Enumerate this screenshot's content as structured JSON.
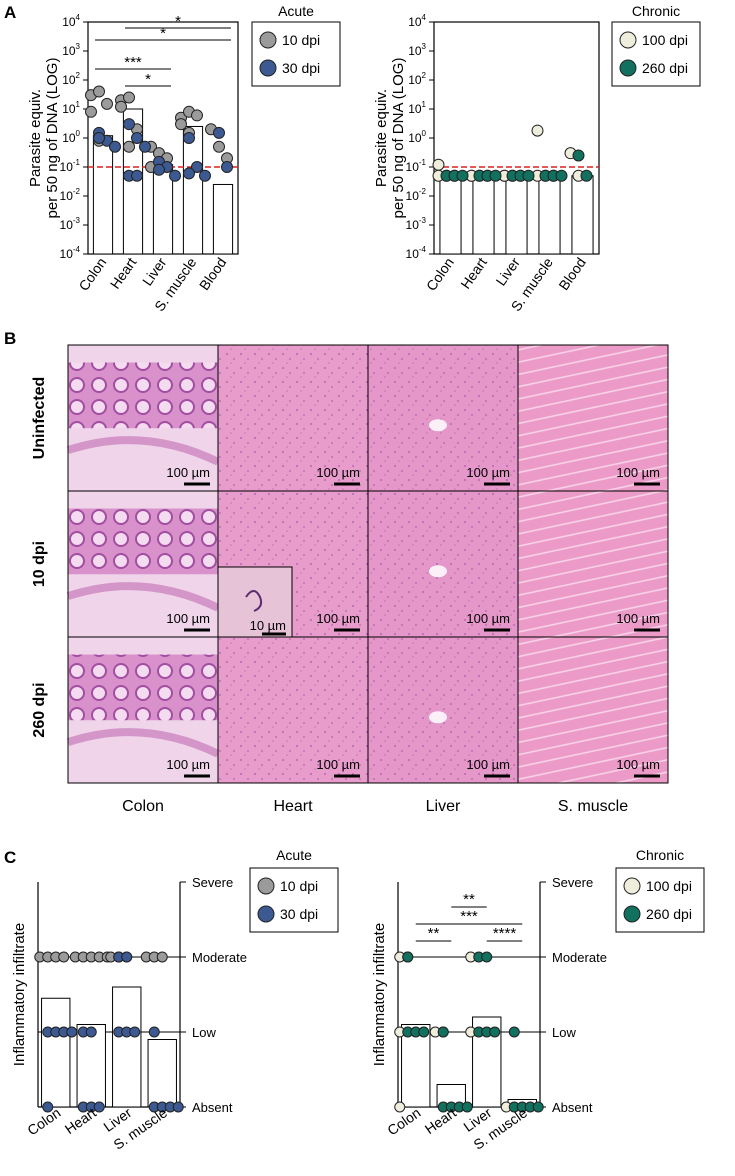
{
  "panel_a": {
    "letter": "A",
    "y_axis_title_lines": [
      "Parasite equiv.",
      "per 50 ng of DNA (LOG)"
    ],
    "y_ticks": [
      {
        "base": "10",
        "exp": "4",
        "value": 4
      },
      {
        "base": "10",
        "exp": "3",
        "value": 3
      },
      {
        "base": "10",
        "exp": "2",
        "value": 2
      },
      {
        "base": "10",
        "exp": "1",
        "value": 1
      },
      {
        "base": "10",
        "exp": "0",
        "value": 0
      },
      {
        "base": "10",
        "exp": "-1",
        "value": -1
      },
      {
        "base": "10",
        "exp": "-2",
        "value": -2
      },
      {
        "base": "10",
        "exp": "-3",
        "value": -3
      },
      {
        "base": "10",
        "exp": "-4",
        "value": -4
      }
    ]
  },
  "panel_b": {
    "letter": "B",
    "row_labels": [
      "Uninfected",
      "10 dpi",
      "260 dpi"
    ],
    "col_labels": [
      "Colon",
      "Heart",
      "Liver",
      "S. muscle"
    ],
    "scale_bar_label": "100 µm",
    "inset_scale_label": "10 µm"
  },
  "panel_c": {
    "letter": "C",
    "y_axis_title": "Inflammatory infiltrate",
    "levels": [
      "Severe",
      "Moderate",
      "Low",
      "Absent"
    ]
  },
  "colors": {
    "dpi10": "#9b9b9b",
    "dpi30": "#3c5a91",
    "dpi100": "#efeedd",
    "dpi260": "#12705f",
    "threshold": "#d9201e",
    "he_pink": "#e28fc4",
    "he_dark": "#b44fa3"
  },
  "chart_data": [
    {
      "id": "A-acute",
      "type": "scatter",
      "title": "Acute",
      "y_scale": "log10",
      "ylim": [
        0.0001,
        10000
      ],
      "categories": [
        "Colon",
        "Heart",
        "Liver",
        "S. muscle",
        "Blood"
      ],
      "bar_values": [
        1.2,
        10,
        0.12,
        2.5,
        0.025
      ],
      "threshold": 0.1,
      "series": [
        {
          "name": "10 dpi",
          "values": [
            [
              30,
              40,
              15,
              8,
              0.8
            ],
            [
              20,
              25,
              2,
              12,
              0.5
            ],
            [
              0.5,
              0.3,
              0.2,
              0.1
            ],
            [
              5,
              8,
              6,
              3,
              1.5
            ],
            [
              2,
              0.5,
              0.2
            ]
          ]
        },
        {
          "name": "30 dpi",
          "values": [
            [
              1.5,
              0.8,
              0.5,
              1
            ],
            [
              3,
              1,
              0.5,
              0.05,
              0.05
            ],
            [
              0.15,
              0.1,
              0.05,
              0.08
            ],
            [
              1,
              0.1,
              0.05,
              0.06
            ],
            [
              1.5,
              0.1
            ]
          ]
        }
      ],
      "significance": [
        {
          "from": "Colon",
          "to": "Liver",
          "label": "***"
        },
        {
          "from": "Heart",
          "to": "Liver",
          "label": "*"
        },
        {
          "from": "Colon",
          "to": "Blood",
          "label": "*"
        },
        {
          "from": "Heart",
          "to": "Blood",
          "label": "*"
        }
      ]
    },
    {
      "id": "A-chronic",
      "type": "scatter",
      "title": "Chronic",
      "y_scale": "log10",
      "ylim": [
        0.0001,
        10000
      ],
      "categories": [
        "Colon",
        "Heart",
        "Liver",
        "S. muscle",
        "Blood"
      ],
      "bar_values": [
        0.05,
        0.05,
        0.05,
        0.05,
        0.05
      ],
      "threshold": 0.1,
      "series": [
        {
          "name": "100 dpi",
          "values": [
            [
              0.12,
              0.05,
              0.05,
              0.05
            ],
            [
              0.05,
              0.05,
              0.05,
              0.05
            ],
            [
              0.05,
              0.05,
              0.05,
              0.05
            ],
            [
              1.8,
              0.05,
              0.05,
              0.05
            ],
            [
              0.3,
              0.05
            ]
          ]
        },
        {
          "name": "260 dpi",
          "values": [
            [
              0.05,
              0.05,
              0.05
            ],
            [
              0.05,
              0.05,
              0.05
            ],
            [
              0.05,
              0.05,
              0.05
            ],
            [
              0.05,
              0.05,
              0.05
            ],
            [
              0.25,
              0.05
            ]
          ]
        }
      ],
      "significance": []
    },
    {
      "id": "C-acute",
      "type": "scatter",
      "title": "Acute",
      "levels": [
        "Absent",
        "Low",
        "Moderate",
        "Severe"
      ],
      "ylim": [
        0,
        3
      ],
      "categories": [
        "Colon",
        "Heart",
        "Liver",
        "S. muscle"
      ],
      "bar_values": [
        1.45,
        1.1,
        1.6,
        0.9
      ],
      "series": [
        {
          "name": "10 dpi",
          "values": [
            [
              2,
              2,
              2,
              2
            ],
            [
              2,
              2,
              2,
              2,
              2
            ],
            [
              2,
              2,
              2
            ],
            [
              2,
              2,
              2
            ]
          ]
        },
        {
          "name": "30 dpi",
          "values": [
            [
              1,
              1,
              1,
              1,
              0
            ],
            [
              1,
              1,
              0,
              0,
              0
            ],
            [
              2,
              2,
              1,
              1,
              1
            ],
            [
              1,
              0,
              0,
              0,
              0
            ]
          ]
        }
      ],
      "significance": []
    },
    {
      "id": "C-chronic",
      "type": "scatter",
      "title": "Chronic",
      "levels": [
        "Absent",
        "Low",
        "Moderate",
        "Severe"
      ],
      "ylim": [
        0,
        3
      ],
      "categories": [
        "Colon",
        "Heart",
        "Liver",
        "S. muscle"
      ],
      "bar_values": [
        1.1,
        0.3,
        1.2,
        0.1
      ],
      "series": [
        {
          "name": "100 dpi",
          "values": [
            [
              2,
              2,
              1,
              0
            ],
            [
              1,
              1
            ],
            [
              1,
              2
            ],
            [
              0
            ]
          ]
        },
        {
          "name": "260 dpi",
          "values": [
            [
              2,
              1,
              1,
              1
            ],
            [
              1,
              0,
              0,
              0,
              0
            ],
            [
              2,
              2,
              1,
              1,
              1
            ],
            [
              1,
              0,
              0,
              0,
              0
            ]
          ]
        }
      ],
      "significance": [
        {
          "from": "Colon",
          "to": "Heart",
          "label": "**"
        },
        {
          "from": "Colon",
          "to": "S. muscle",
          "label": "***"
        },
        {
          "from": "Heart",
          "to": "Liver",
          "label": "**"
        },
        {
          "from": "Liver",
          "to": "S. muscle",
          "label": "****"
        }
      ]
    }
  ]
}
